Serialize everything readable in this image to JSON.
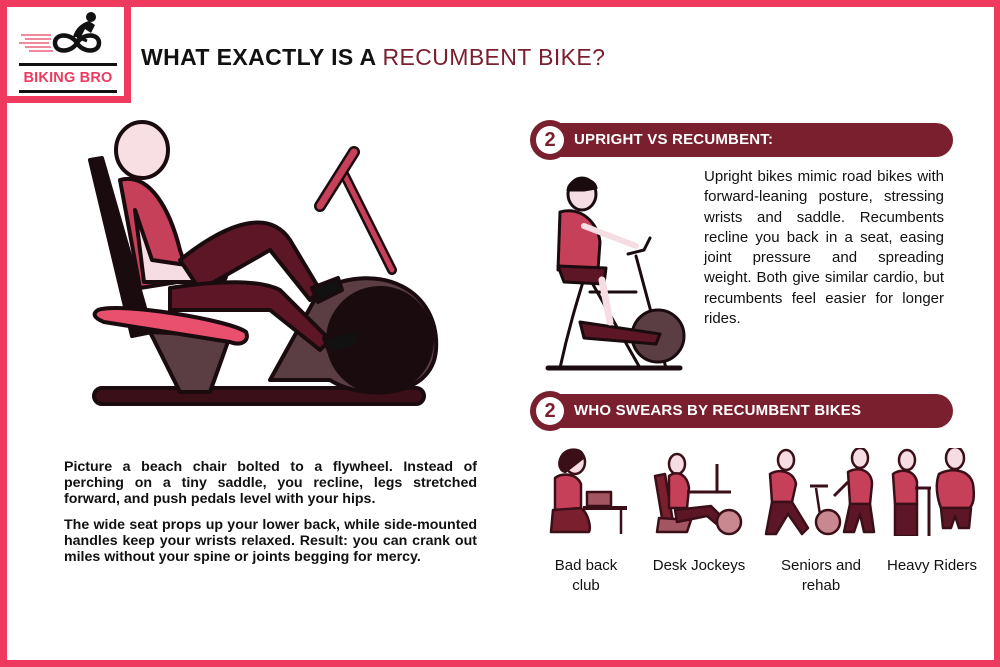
{
  "brand": {
    "name": "BIKING BRO",
    "logo_icon": "cyclist-infinity-logo-icon",
    "colors": {
      "frame": "#ee3a5f",
      "accent": "#7a1f2e",
      "text": "#111111"
    }
  },
  "header": {
    "title_prefix": "WHAT EXACTLY IS A ",
    "title_accent": "RECUMBENT BIKE?"
  },
  "hero": {
    "illustration": "recumbent-bike-rider-illustration",
    "paragraphs": [
      "Picture a beach chair bolted to a flywheel. Instead of perching on a tiny saddle, you recline, legs stretched forward, and push pedals level with your hips.",
      "The wide seat props up your lower back, while side-mounted handles keep your wrists relaxed. Result: you can crank out miles without your spine or joints begging for mercy."
    ]
  },
  "sections": [
    {
      "number": "2",
      "title": "UPRIGHT VS RECUMBENT:",
      "illustration": "upright-bike-rider-illustration",
      "body": "Upright bikes mimic road bikes with forward-leaning posture, stressing wrists and saddle. Recumbents recline you back in a seat, easing joint pressure and spreading weight. Both give similar cardio, but recumbents feel easier for longer rides."
    },
    {
      "number": "2",
      "title": "WHO SWEARS BY RECUMBENT BIKES",
      "items": [
        {
          "label": "Bad back club",
          "icon": "person-at-desk-icon"
        },
        {
          "label": "Desk Jockeys",
          "icon": "desk-recumbent-icon"
        },
        {
          "label": "Seniors and rehab",
          "icon": "seniors-bike-icon"
        },
        {
          "label": "Heavy Riders",
          "icon": "heavy-riders-icon"
        }
      ]
    }
  ]
}
